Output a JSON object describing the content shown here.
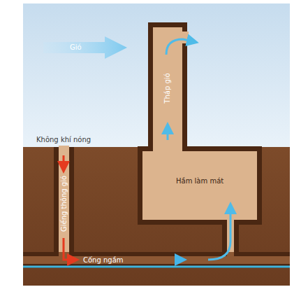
{
  "diagram": {
    "nodes": [
      {
        "text": [
          "Tháp gió"
        ]
      },
      {
        "text": [
          "Hầm làm mát"
        ]
      },
      {
        "text": [
          "Giếng thông gió"
        ]
      },
      {
        "text": [
          "Cống ngầm"
        ]
      }
    ],
    "labels": [
      "Gió",
      "Không khí nóng"
    ]
  }
}
